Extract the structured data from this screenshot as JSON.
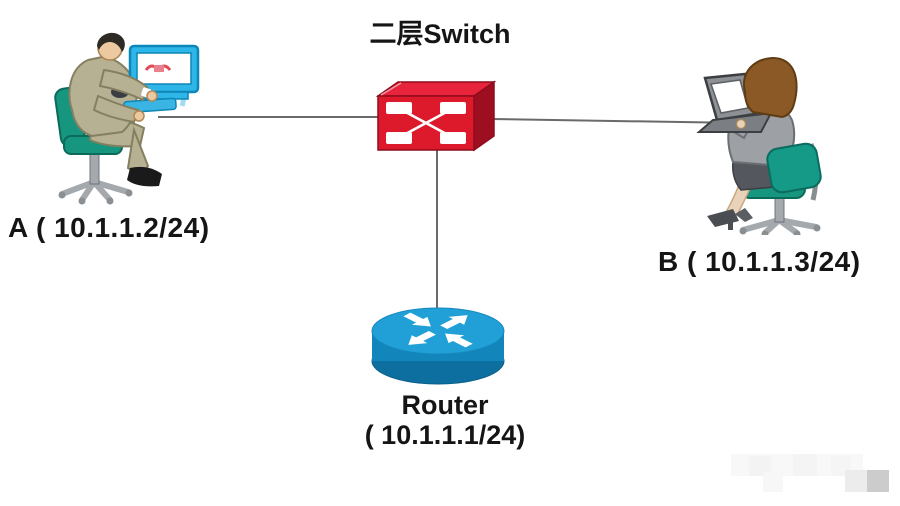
{
  "diagram": {
    "title": "二层Switch",
    "nodes": {
      "host_a": {
        "id": "A",
        "label": "A ( 10.1.1.2/24)",
        "ip": "10.1.1.2/24",
        "icon": "person-at-desktop"
      },
      "host_b": {
        "id": "B",
        "label": "B ( 10.1.1.3/24)",
        "ip": "10.1.1.3/24",
        "icon": "person-at-laptop"
      },
      "switch": {
        "id": "switch",
        "label": "二层Switch",
        "icon": "layer2-switch"
      },
      "router": {
        "id": "router",
        "label": "Router",
        "sublabel": "( 10.1.1.1/24)",
        "ip": "10.1.1.1/24",
        "icon": "router"
      }
    },
    "links": [
      {
        "from": "A",
        "to": "switch"
      },
      {
        "from": "switch",
        "to": "B"
      },
      {
        "from": "switch",
        "to": "router"
      }
    ],
    "colors": {
      "switch_red": "#dd1a2c",
      "switch_red_top": "#e7243b",
      "switch_red_side": "#9c0e20",
      "router_blue_top": "#20a0d6",
      "router_blue_body": "#1285ba",
      "router_blue_bottom": "#0d6f9f",
      "chair_teal": "#16957f",
      "suit_khaki": "#b7b194",
      "monitor_cyan": "#2eb6e9",
      "jacket_gray": "#9da0a4",
      "hair_brown": "#8a5926",
      "wire_gray": "#6a6a6a",
      "label_black": "#151515"
    }
  }
}
